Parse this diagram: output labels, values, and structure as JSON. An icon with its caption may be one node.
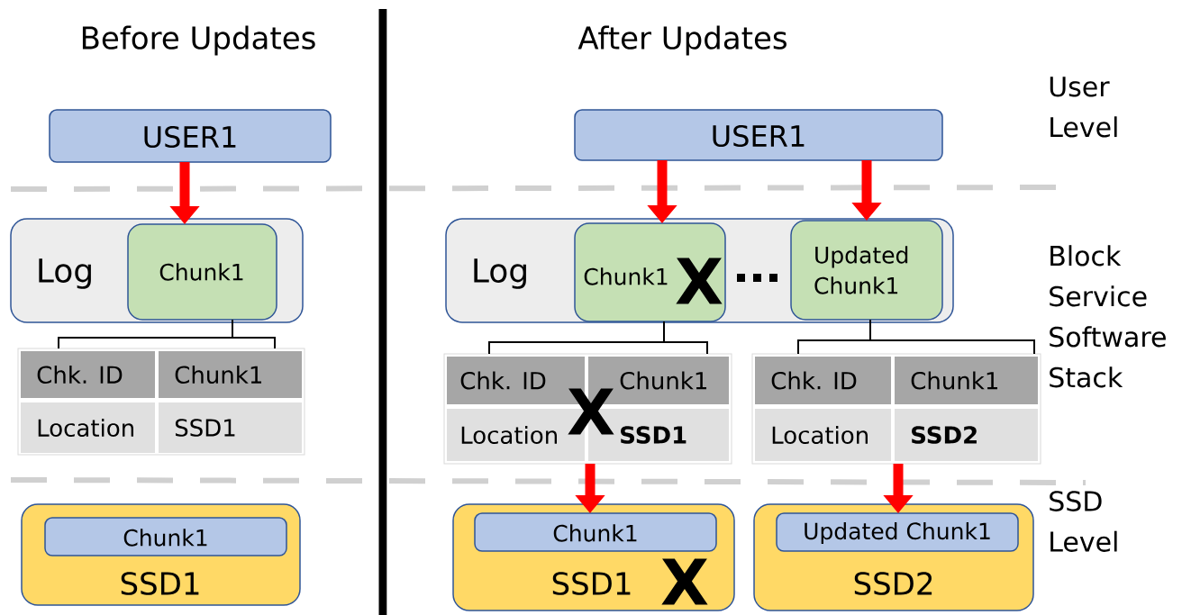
{
  "diagram": {
    "nodes": [
      {
        "text": [
          "USER1"
        ]
      },
      {
        "text": [
          "Log"
        ]
      },
      {
        "text": [
          "Chunk1"
        ],
        "in": 1
      },
      {
        "text": [
          "Chk. ID",
          "Chunk1",
          "Location",
          "SSD1"
        ]
      },
      {
        "text": [
          "SSD1"
        ]
      },
      {
        "text": [
          "Chunk1"
        ],
        "in": 4
      },
      {
        "text": [
          "USER1"
        ]
      },
      {
        "text": [
          "Log"
        ]
      },
      {
        "text": [
          "Chunk1"
        ],
        "in": 7
      },
      {
        "text": [
          "Updated Chunk1"
        ],
        "in": 7
      },
      {
        "text": [
          "Chk. ID",
          "Chunk1",
          "Location",
          "SSD1"
        ]
      },
      {
        "text": [
          "Chk. ID",
          "Chunk1",
          "Location",
          "SSD2"
        ]
      },
      {
        "text": [
          "SSD1"
        ]
      },
      {
        "text": [
          "Chunk1"
        ],
        "in": 12
      },
      {
        "text": [
          "SSD2"
        ]
      },
      {
        "text": [
          "Updated Chunk1"
        ],
        "in": 14
      }
    ],
    "edges": [
      {
        "from": 0,
        "to": 2,
        "arrow": "to"
      },
      {
        "from": 2,
        "to": 3,
        "arrow": "none",
        "color": "#000000"
      },
      {
        "from": 6,
        "to": 8,
        "arrow": "to"
      },
      {
        "from": 6,
        "to": 9,
        "arrow": "to"
      },
      {
        "from": 8,
        "to": 10,
        "arrow": "none",
        "color": "#000000"
      },
      {
        "from": 9,
        "to": 11,
        "arrow": "none",
        "color": "#000000"
      },
      {
        "from": 10,
        "to": 13,
        "arrow": "to"
      },
      {
        "from": 11,
        "to": 15,
        "arrow": "to"
      }
    ],
    "labels": [
      "Before Updates",
      "After Updates",
      "User Level",
      "Block Service Software Stack",
      "X",
      "X",
      "SSD Level",
      "X"
    ]
  }
}
